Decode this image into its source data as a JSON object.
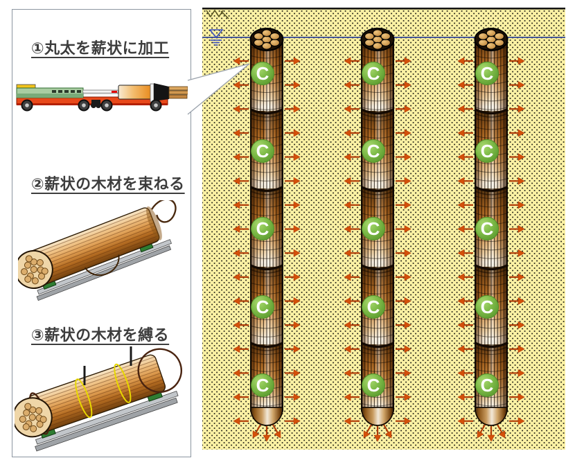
{
  "panel": {
    "steps": [
      {
        "number": "①",
        "title": "①丸太を薪状に加工",
        "illustration": "log-processing-machine"
      },
      {
        "number": "②",
        "title": "②薪状の木材を束ねる",
        "illustration": "bundled-split-timber"
      },
      {
        "number": "③",
        "title": "③薪状の木材を縛る",
        "illustration": "tied-timber-bundle"
      }
    ]
  },
  "diagram": {
    "carbon_label": "C",
    "pile_count": 3,
    "segments_per_pile": 5,
    "carbon_markers_per_pile": 5,
    "arrow_rows_per_side": 16,
    "symbols": {
      "water_table": "water-table-symbol",
      "ground_surface": "ground-surface-line",
      "soil": "dotted-soil-field"
    },
    "colors": {
      "soil": "#FBF1A4",
      "soil_dot": "#26261a",
      "arrow_shaft": "#B03A05",
      "arrow_head": "#D4500A",
      "carbon_green": "#7FBC49",
      "water_line": "#364A9B",
      "ground_line": "#151515",
      "wood_dark": "#3F2708",
      "wood_light": "#F6EFE2"
    }
  }
}
